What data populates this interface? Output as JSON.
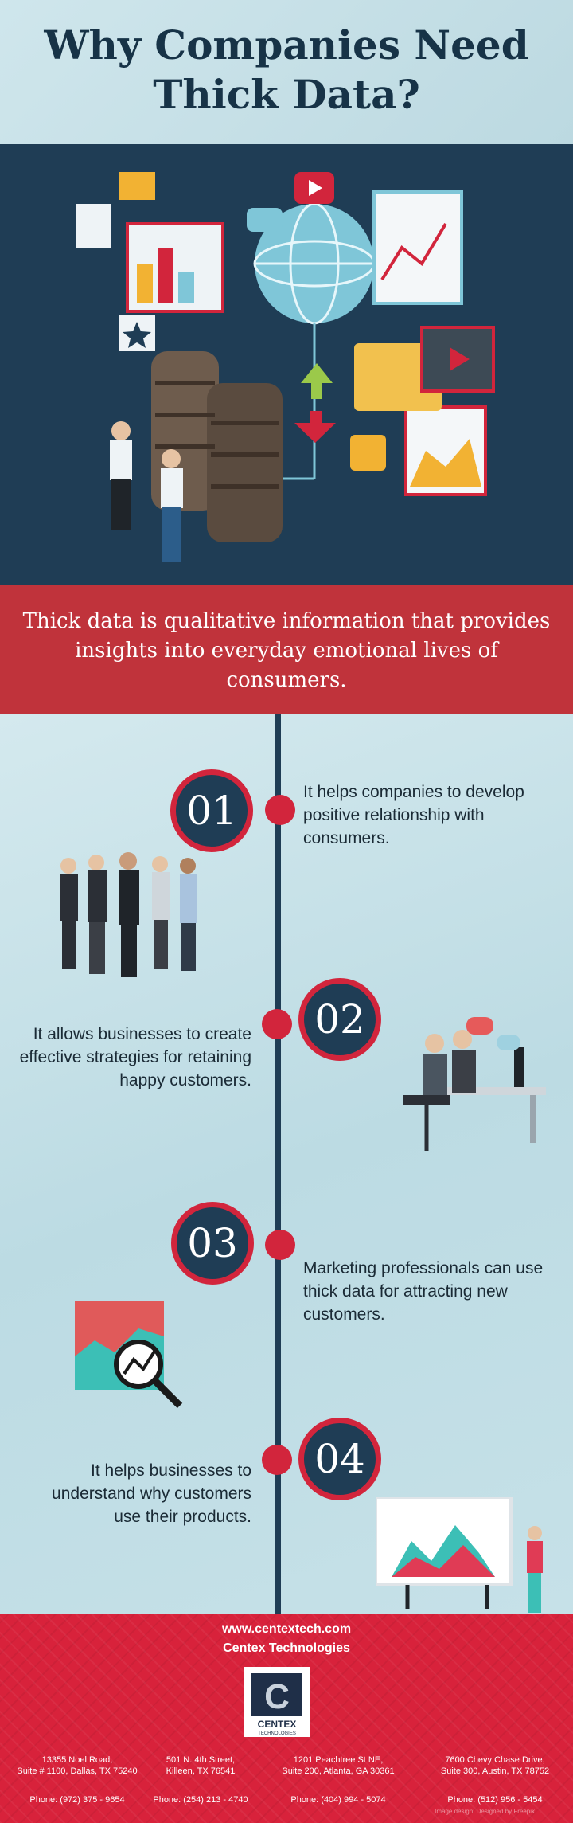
{
  "header": {
    "title_line1": "Why Companies Need",
    "title_line2": "Thick Data?"
  },
  "intro": {
    "text": "Thick data is qualitative information that provides insights into everyday emotional lives of consumers."
  },
  "steps": [
    {
      "number": "01",
      "text": "It helps companies to develop positive relationship with consumers."
    },
    {
      "number": "02",
      "text": "It allows businesses to create effective strategies for retaining happy customers."
    },
    {
      "number": "03",
      "text": "Marketing professionals can use thick data for attracting new customers."
    },
    {
      "number": "04",
      "text": "It helps businesses to understand why customers use their products."
    }
  ],
  "footer": {
    "website": "www.centextech.com",
    "company": "Centex Technologies",
    "logo_text": "CENTEX",
    "logo_sub": "TECHNOLOGIES",
    "offices": [
      {
        "line1": "13355 Noel Road,",
        "line2": "Suite # 1100, Dallas, TX 75240",
        "phone": "Phone: (972) 375 - 9654"
      },
      {
        "line1": "501 N. 4th Street,",
        "line2": "Killeen, TX 76541",
        "phone": "Phone: (254) 213 - 4740"
      },
      {
        "line1": "1201 Peachtree St NE,",
        "line2": "Suite 200, Atlanta, GA 30361",
        "phone": "Phone: (404) 994 - 5074"
      },
      {
        "line1": "7600 Chevy Chase Drive,",
        "line2": "Suite 300, Austin, TX 78752",
        "phone": "Phone: (512) 956 - 5454"
      }
    ],
    "credit": "Image design: Designed by Freepik"
  },
  "colors": {
    "navy": "#1f3d55",
    "red": "#d2253c",
    "intro_red": "#c0333b"
  }
}
